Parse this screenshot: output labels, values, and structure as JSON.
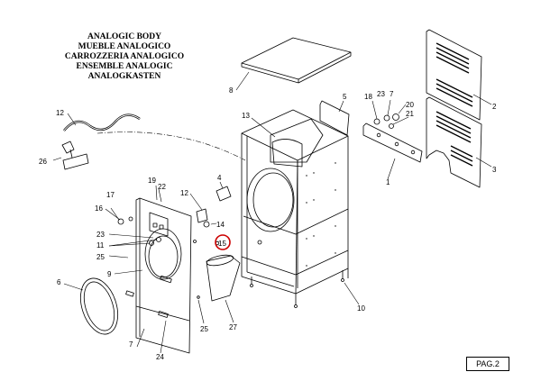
{
  "title": {
    "lines": [
      "ANALOGIC BODY",
      "MUEBLE ANALOGICO",
      "CARROZZERIA ANALOGICO",
      "ENSEMBLE ANALOGIC",
      "ANALOGKASTEN"
    ]
  },
  "page_label": "PAG.2",
  "highlight_color": "#cc0000",
  "callouts": {
    "c1": "1",
    "c2": "2",
    "c3": "3",
    "c4": "4",
    "c5": "5",
    "c6": "6",
    "c7": "7",
    "c8": "8",
    "c9": "9",
    "c10": "10",
    "c11": "11",
    "c12_left": "12",
    "c12_mid": "12",
    "c13": "13",
    "c14": "14",
    "c15": "15",
    "c16": "16",
    "c17": "17",
    "c18": "18",
    "c19": "19",
    "c20": "20",
    "c21": "21",
    "c22": "22",
    "c23_left": "23",
    "c23_right": "23",
    "c24": "24",
    "c25_left": "25",
    "c25_bottom": "25",
    "c26": "26",
    "c27": "27"
  }
}
